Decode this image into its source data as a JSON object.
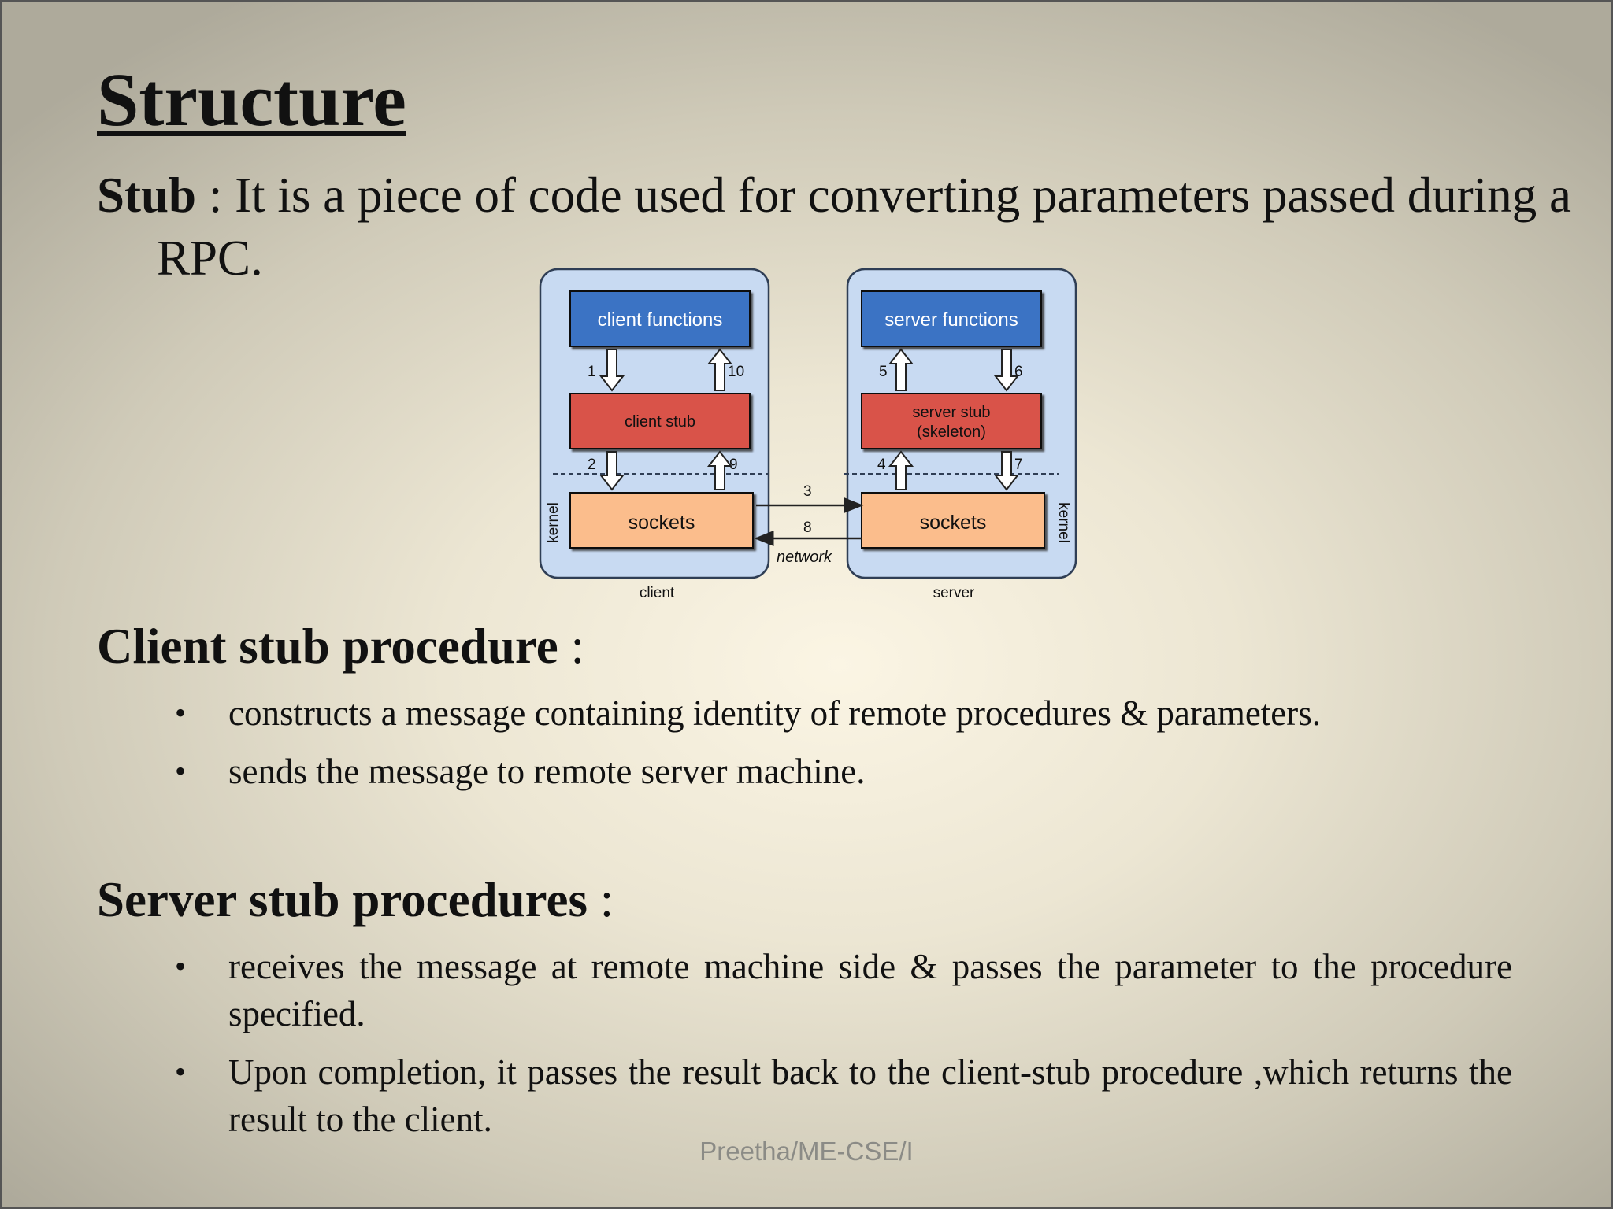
{
  "slide": {
    "title": "Structure",
    "stub_term": "Stub",
    "stub_definition": " : It is a piece of code used for converting parameters passed during a RPC."
  },
  "diagram": {
    "client_functions": "client functions",
    "server_functions": "server functions",
    "client_stub": "client stub",
    "server_stub_line1": "server stub",
    "server_stub_line2": "(skeleton)",
    "client_sockets": "sockets",
    "server_sockets": "sockets",
    "kernel_left": "kernel",
    "kernel_right": "kernel",
    "network": "network",
    "client_label": "client",
    "server_label": "server",
    "step1": "1",
    "step2": "2",
    "step3": "3",
    "step4": "4",
    "step5": "5",
    "step6": "6",
    "step7": "7",
    "step8": "8",
    "step9": "9",
    "step10": "10",
    "colors": {
      "panel": "#c8daf2",
      "functions": "#3b73c4",
      "stub": "#d9534a",
      "sockets": "#fbbd8c"
    }
  },
  "client_section": {
    "heading": "Client stub procedure",
    "suffix": " :",
    "bullets": [
      "constructs a message containing identity of remote procedures & parameters.",
      "sends the message to remote server machine."
    ]
  },
  "server_section": {
    "heading": "Server stub procedures",
    "suffix": " :",
    "bullets": [
      "receives the message at remote machine side & passes the parameter to the procedure specified.",
      "Upon completion, it passes the result back to the client-stub procedure ,which returns the result to the client."
    ]
  },
  "footer": {
    "text": "Preetha/ME-CSE/I"
  }
}
